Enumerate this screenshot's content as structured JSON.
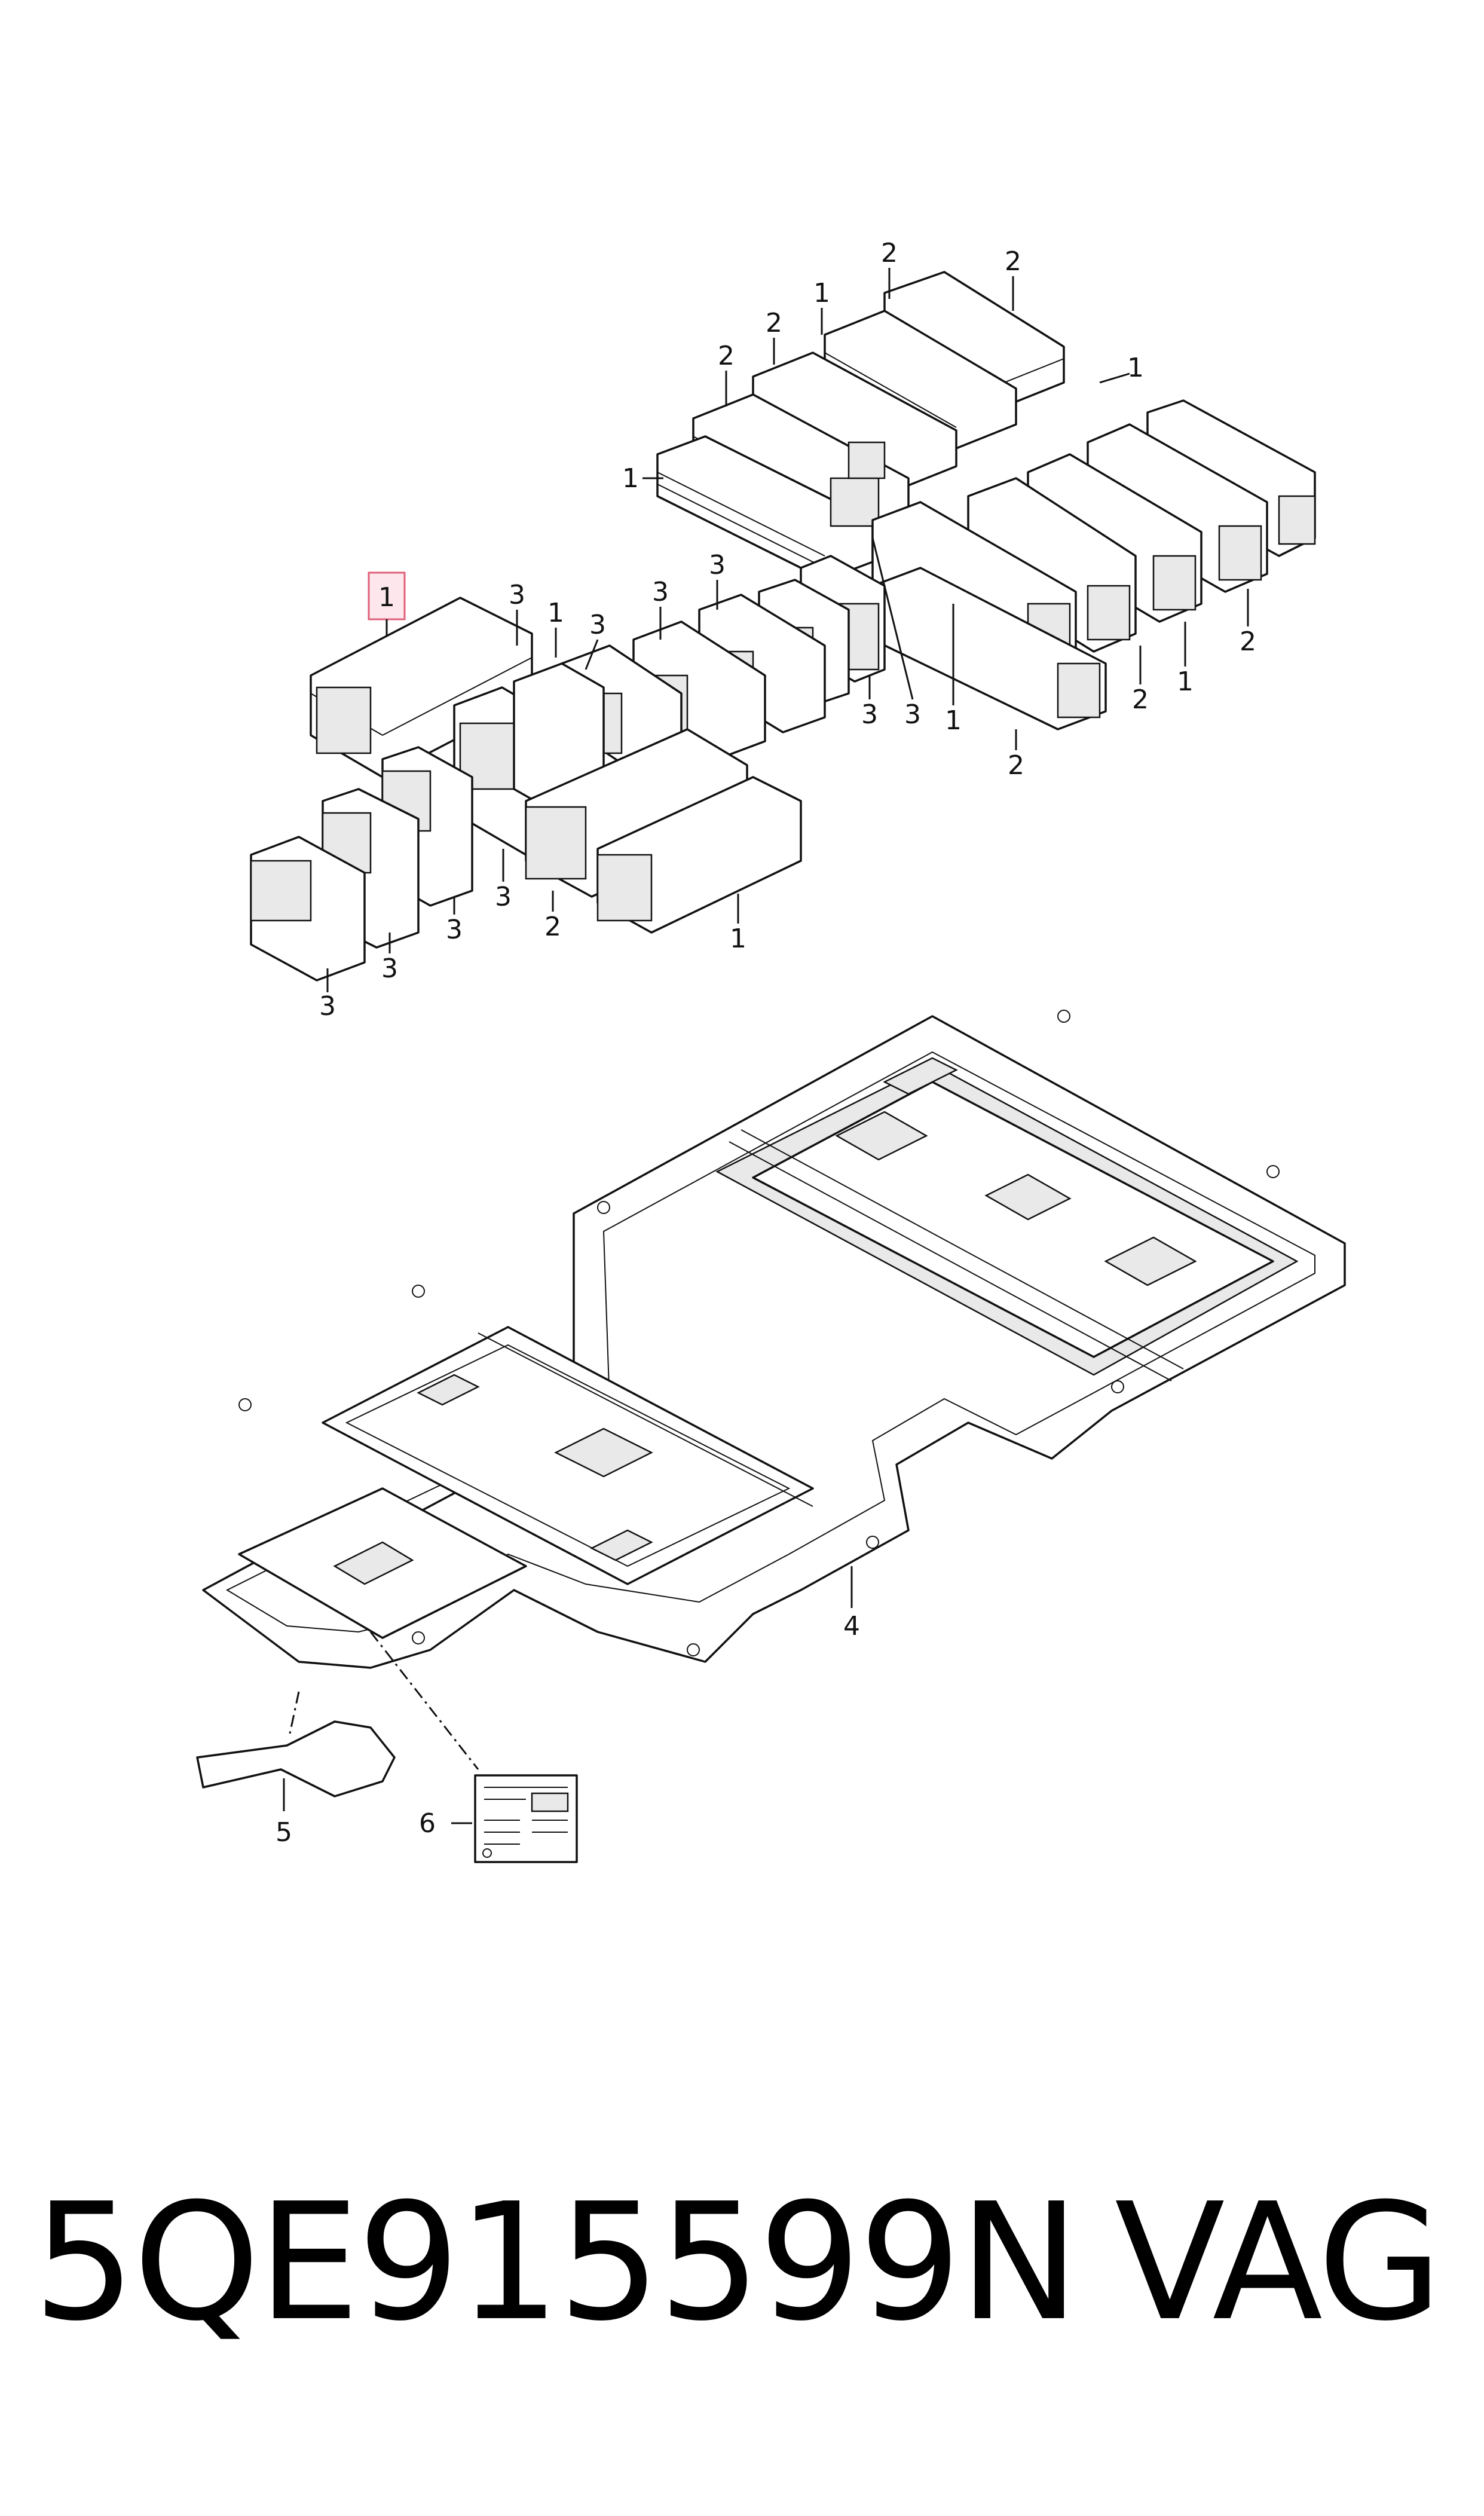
{
  "diagram": {
    "callouts": [
      {
        "id": "c1-highlight",
        "text": "1",
        "highlighted": true
      },
      {
        "id": "c3a",
        "text": "3"
      },
      {
        "id": "c1a",
        "text": "1"
      },
      {
        "id": "c3b",
        "text": "3"
      },
      {
        "id": "c3c",
        "text": "3"
      },
      {
        "id": "c3d",
        "text": "3"
      },
      {
        "id": "c2a",
        "text": "2"
      },
      {
        "id": "c2b",
        "text": "2"
      },
      {
        "id": "c2c",
        "text": "2"
      },
      {
        "id": "c1b",
        "text": "1"
      },
      {
        "id": "c1c",
        "text": "1"
      },
      {
        "id": "c1d",
        "text": "1"
      },
      {
        "id": "c2d",
        "text": "2"
      },
      {
        "id": "c3e",
        "text": "3"
      },
      {
        "id": "c3f",
        "text": "3"
      },
      {
        "id": "c1e",
        "text": "1"
      },
      {
        "id": "c2e",
        "text": "2"
      },
      {
        "id": "c2f",
        "text": "2"
      },
      {
        "id": "c1f",
        "text": "1"
      },
      {
        "id": "c2g",
        "text": "2"
      },
      {
        "id": "c3g",
        "text": "3"
      },
      {
        "id": "c3h",
        "text": "3"
      },
      {
        "id": "c3i",
        "text": "3"
      },
      {
        "id": "c3j",
        "text": "3"
      },
      {
        "id": "c2h",
        "text": "2"
      },
      {
        "id": "c1g",
        "text": "1"
      },
      {
        "id": "c4",
        "text": "4"
      },
      {
        "id": "c5",
        "text": "5"
      },
      {
        "id": "c6",
        "text": "6"
      }
    ],
    "highlight_color": "#e0607a"
  },
  "footer": {
    "part_number": "5QE915599N",
    "brand": "VAG"
  }
}
